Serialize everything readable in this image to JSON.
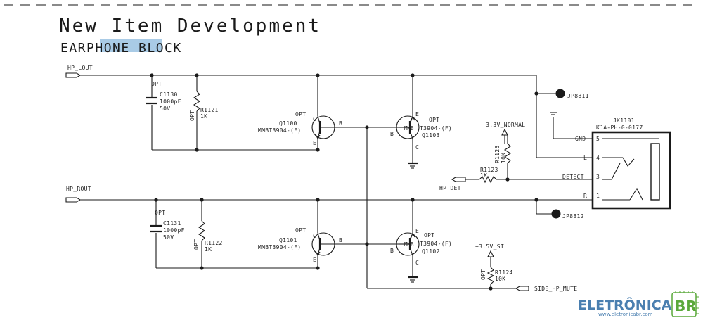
{
  "title": "New Item Development",
  "subtitle": {
    "pre": "EAR",
    "highlight": "PHONE",
    "post": " BLOCK"
  },
  "colors": {
    "highlight": "#a9cbe6",
    "ink": "#1a1a1a",
    "dash": "#8a8a8a",
    "logo_blue": "#4a7fb0",
    "logo_green": "#5aa83a"
  },
  "nets": {
    "hp_lout": "HP_LOUT",
    "hp_rout": "HP_ROUT",
    "hp_det": "HP_DET",
    "side_hp_mute": "SIDE_HP_MUTE",
    "v33": "+3.3V_NORMAL",
    "v35": "+3.5V_ST"
  },
  "components": {
    "c1130": {
      "opt": "OPT",
      "ref": "C1130",
      "val": "1000pF",
      "volt": "50V"
    },
    "c1131": {
      "opt": "OPT",
      "ref": "C1131",
      "val": "1000pF",
      "volt": "50V"
    },
    "r1121": {
      "opt": "OPT",
      "ref": "R1121",
      "val": "1K"
    },
    "r1122": {
      "opt": "OPT",
      "ref": "R1122",
      "val": "1K"
    },
    "r1123": {
      "ref": "R1123",
      "val": "1K"
    },
    "r1124": {
      "opt": "OPT",
      "ref": "R1124",
      "val": "10K"
    },
    "r1125": {
      "ref": "R1125",
      "val": "10K"
    },
    "q1100": {
      "opt": "OPT",
      "ref": "Q1100",
      "part": "MMBT3904-(F)",
      "c": "C",
      "b": "B",
      "e": "E"
    },
    "q1101": {
      "opt": "OPT",
      "ref": "Q1101",
      "part": "MMBT3904-(F)",
      "c": "C",
      "b": "B",
      "e": "E"
    },
    "q1103": {
      "opt": "OPT",
      "ref": "Q1103",
      "part_a": "MMB",
      "part_b": "T3904-(F)",
      "c": "C",
      "b": "B",
      "e": "E"
    },
    "q1102": {
      "opt": "OPT",
      "ref": "Q1102",
      "part_a": "MMB",
      "part_b": "T3904-(F)",
      "c": "C",
      "b": "B",
      "e": "E"
    },
    "jp8811": {
      "ref": "JP8811"
    },
    "jp8812": {
      "ref": "JP8812"
    }
  },
  "jack": {
    "ref": "JK1101",
    "part": "KJA-PH-0-0177",
    "pins": [
      {
        "name": "GND",
        "num": "5"
      },
      {
        "name": "L",
        "num": "4"
      },
      {
        "name": "DETECT",
        "num": "3"
      },
      {
        "name": "R",
        "num": "1"
      }
    ]
  },
  "logo": {
    "main": "ELETRÔNICA",
    "badge": "BR",
    "url": "www.eletronicabr.com"
  }
}
